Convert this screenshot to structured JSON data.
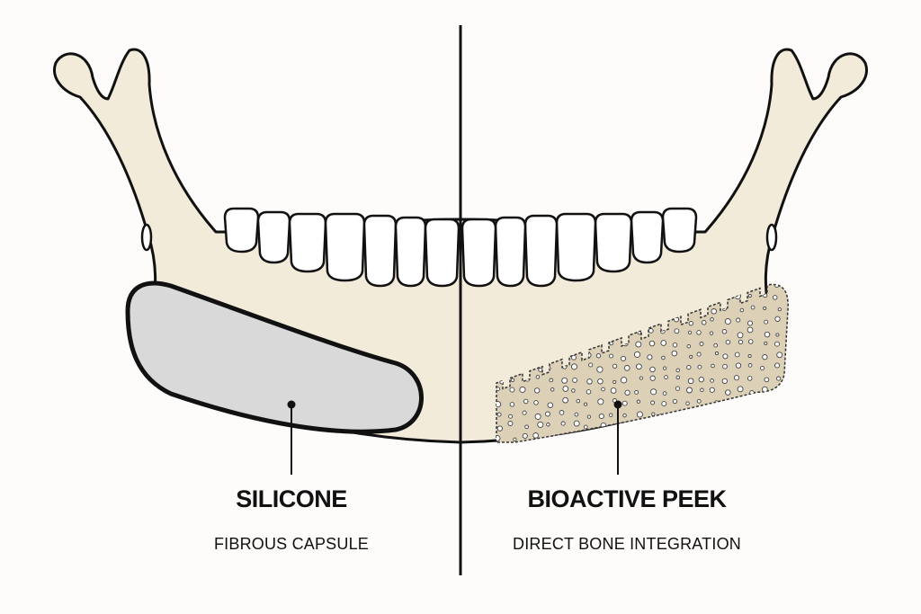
{
  "panels": {
    "left": {
      "title": "SILICONE",
      "subtitle": "FIBROUS CAPSULE"
    },
    "right": {
      "title": "BIOACTIVE PEEK",
      "subtitle": "DIRECT BONE INTEGRATION"
    }
  },
  "colors": {
    "bone": "#f3ebd9",
    "outline": "#111111",
    "silicone_implant": "#d9d9d9",
    "peek_implant": "#dcd0b6",
    "tooth": "#ffffff",
    "background": "#fdfcfa"
  }
}
